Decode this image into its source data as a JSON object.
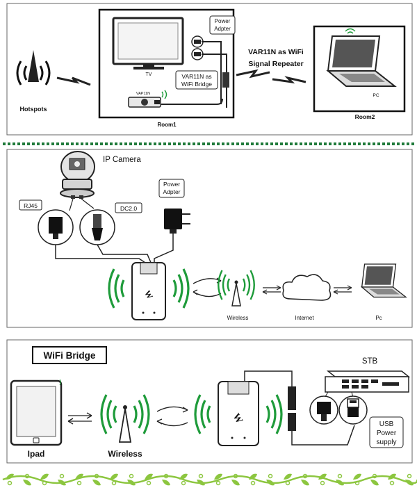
{
  "panel1": {
    "tv_label": "TV",
    "power_line1": "Power",
    "power_line2": "Adpter",
    "bridge_line1": "VAR11N as",
    "bridge_line2": "WiFi Bridge",
    "device_label": "VAP11N",
    "hotspots_label": "Hotspots",
    "room1_label": "Room1",
    "repeater_line1": "VAR11N as WiFi",
    "repeater_line2": "Signal Repeater",
    "pc_label": "PC",
    "room2_label": "Room2"
  },
  "panel2": {
    "title": "IP Camera",
    "rj45_label": "RJ45",
    "dc_label": "DC2.0",
    "power_line1": "Power",
    "power_line2": "Adpter",
    "wireless_label": "Wireless",
    "internet_label": "Internet",
    "pc_label": "Pc"
  },
  "panel3": {
    "title": "WiFi Bridge",
    "stb_label": "STB",
    "ipad_label": "Ipad",
    "wireless_label": "Wireless",
    "usb_line1": "USB",
    "usb_line2": "Power",
    "usb_line3": "supply"
  },
  "colors": {
    "signal_green": "#1e9b3a",
    "divider_green": "#1f7a3a",
    "vine_green": "#8cc63f"
  }
}
